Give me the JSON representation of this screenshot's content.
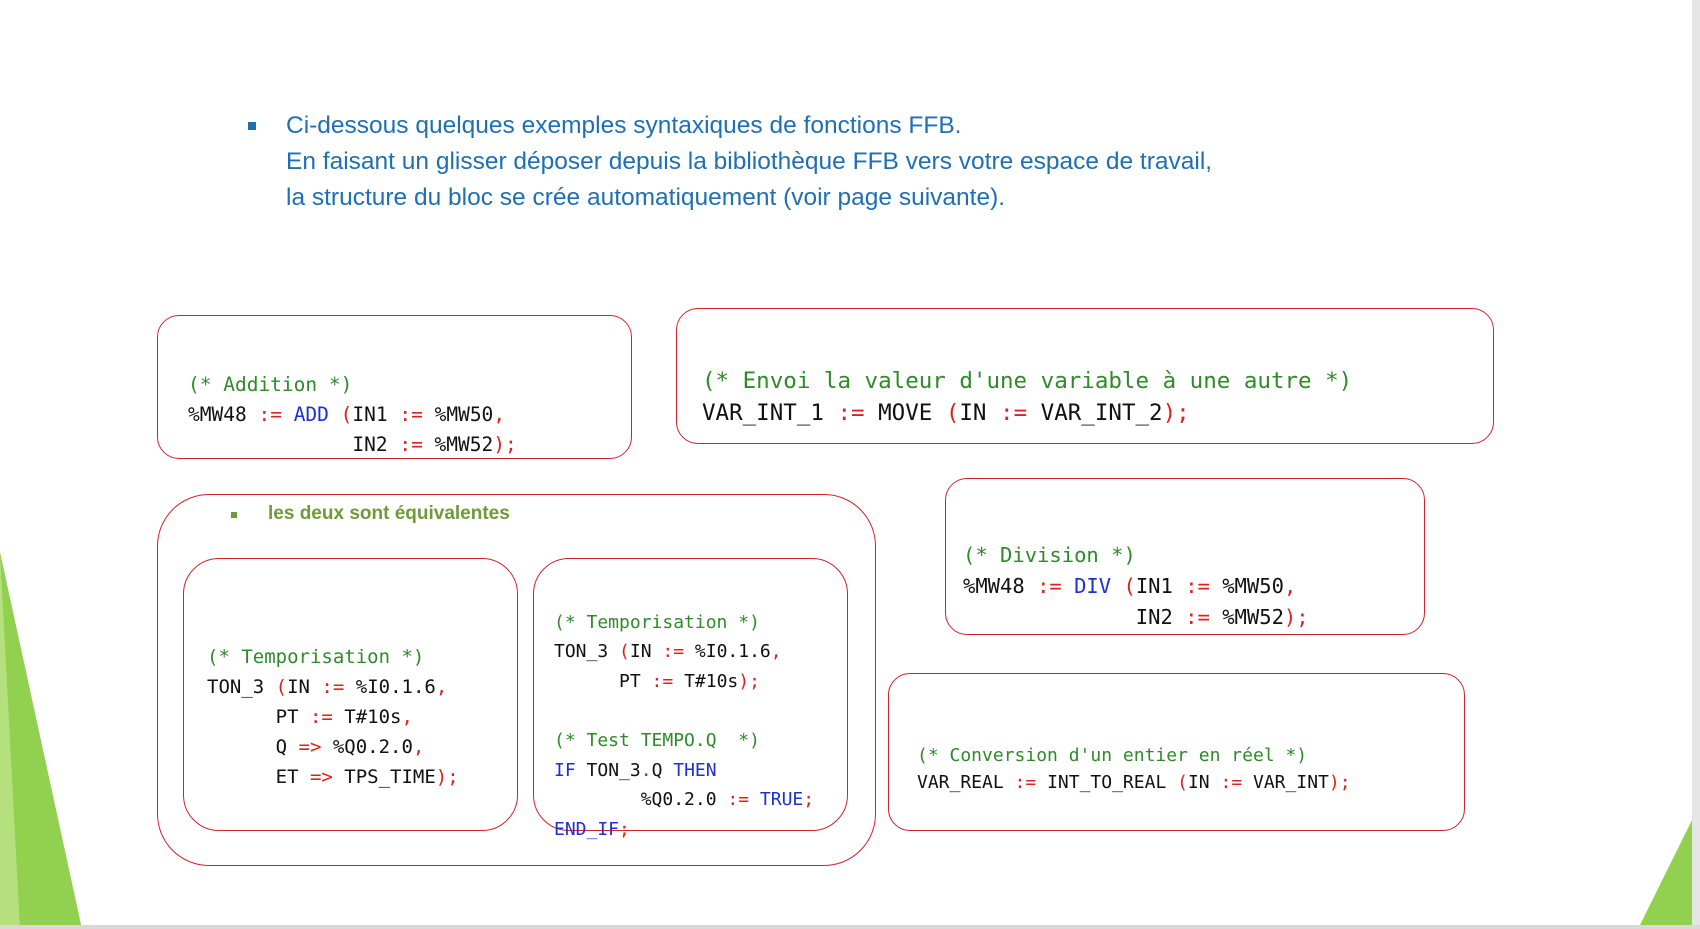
{
  "intro": {
    "lines": [
      "Ci-dessous quelques exemples syntaxiques de fonctions FFB.",
      "En faisant un glisser déposer depuis la bibliothèque FFB vers votre espace de travail,",
      "la structure du bloc se crée automatiquement (voir page suivante)."
    ]
  },
  "equivalent_note": "les deux sont équivalentes",
  "code": {
    "addition": {
      "l1": "(* Addition *)",
      "l2a": "%MW48 ",
      "l2b": ":=",
      "l2c": " ",
      "l2d": "ADD",
      "l2e": " (",
      "l2f": "IN1 ",
      "l2g": ":=",
      "l2h": " %MW50",
      "l2i": ",",
      "l3a": "              IN2 ",
      "l3b": ":=",
      "l3c": " %MW52",
      "l3d": ");"
    },
    "move": {
      "l1": "(* Envoi la valeur d'une variable à une autre *)",
      "l2a": "VAR_INT_1 ",
      "l2b": ":=",
      "l2c": " MOVE ",
      "l2d": "(",
      "l2e": "IN ",
      "l2f": ":=",
      "l2g": " VAR_INT_2",
      "l2h": ");"
    },
    "division": {
      "l1": "(* Division *)",
      "l2a": "%MW48 ",
      "l2b": ":=",
      "l2c": " ",
      "l2d": "DIV",
      "l2e": " (",
      "l2f": "IN1 ",
      "l2g": ":=",
      "l2h": " %MW50",
      "l2i": ",",
      "l3a": "              IN2 ",
      "l3b": ":=",
      "l3c": " %MW52",
      "l3d": ");"
    },
    "tempo1": {
      "l1": "(* Temporisation *)",
      "l2a": "TON_3 ",
      "l2b": "(",
      "l2c": "IN ",
      "l2d": ":=",
      "l2e": " %I0.1.6",
      "l2f": ",",
      "l3a": "      PT ",
      "l3b": ":=",
      "l3c": " T#10s",
      "l3d": ",",
      "l4a": "      Q ",
      "l4b": "=>",
      "l4c": " %Q0.2.0",
      "l4d": ",",
      "l5a": "      ET ",
      "l5b": "=>",
      "l5c": " TPS_TIME",
      "l5d": ");"
    },
    "tempo2": {
      "l1": "(* Temporisation *)",
      "l2a": "TON_3 ",
      "l2b": "(",
      "l2c": "IN ",
      "l2d": ":=",
      "l2e": " %I0.1.6",
      "l2f": ",",
      "l3a": "      PT ",
      "l3b": ":=",
      "l3c": " T#10s",
      "l3d": ");",
      "l5": "(* Test TEMPO.Q  *)",
      "l6a": "IF",
      "l6b": " TON_3",
      "l6c": ".",
      "l6d": "Q ",
      "l6e": "THEN",
      "l7a": "        %Q0.2.0 ",
      "l7b": ":=",
      "l7c": " ",
      "l7d": "TRUE",
      "l7e": ";",
      "l8a": "END_IF",
      "l8b": ";"
    },
    "conversion": {
      "l1": "(* Conversion d'un entier en réel *)",
      "l2a": "VAR_REAL ",
      "l2b": ":=",
      "l2c": " INT_TO_REAL ",
      "l2d": "(",
      "l2e": "IN ",
      "l2f": ":=",
      "l2g": " VAR_INT",
      "l2h": ");"
    }
  },
  "colors": {
    "intro_text": "#1f6fb5",
    "box_border": "#d0242b",
    "comment": "#2f8a2a",
    "operator": "#e0201c",
    "keyword": "#1d2fd6",
    "note_green": "#6f9a3a",
    "deco_green": "#92d050"
  }
}
